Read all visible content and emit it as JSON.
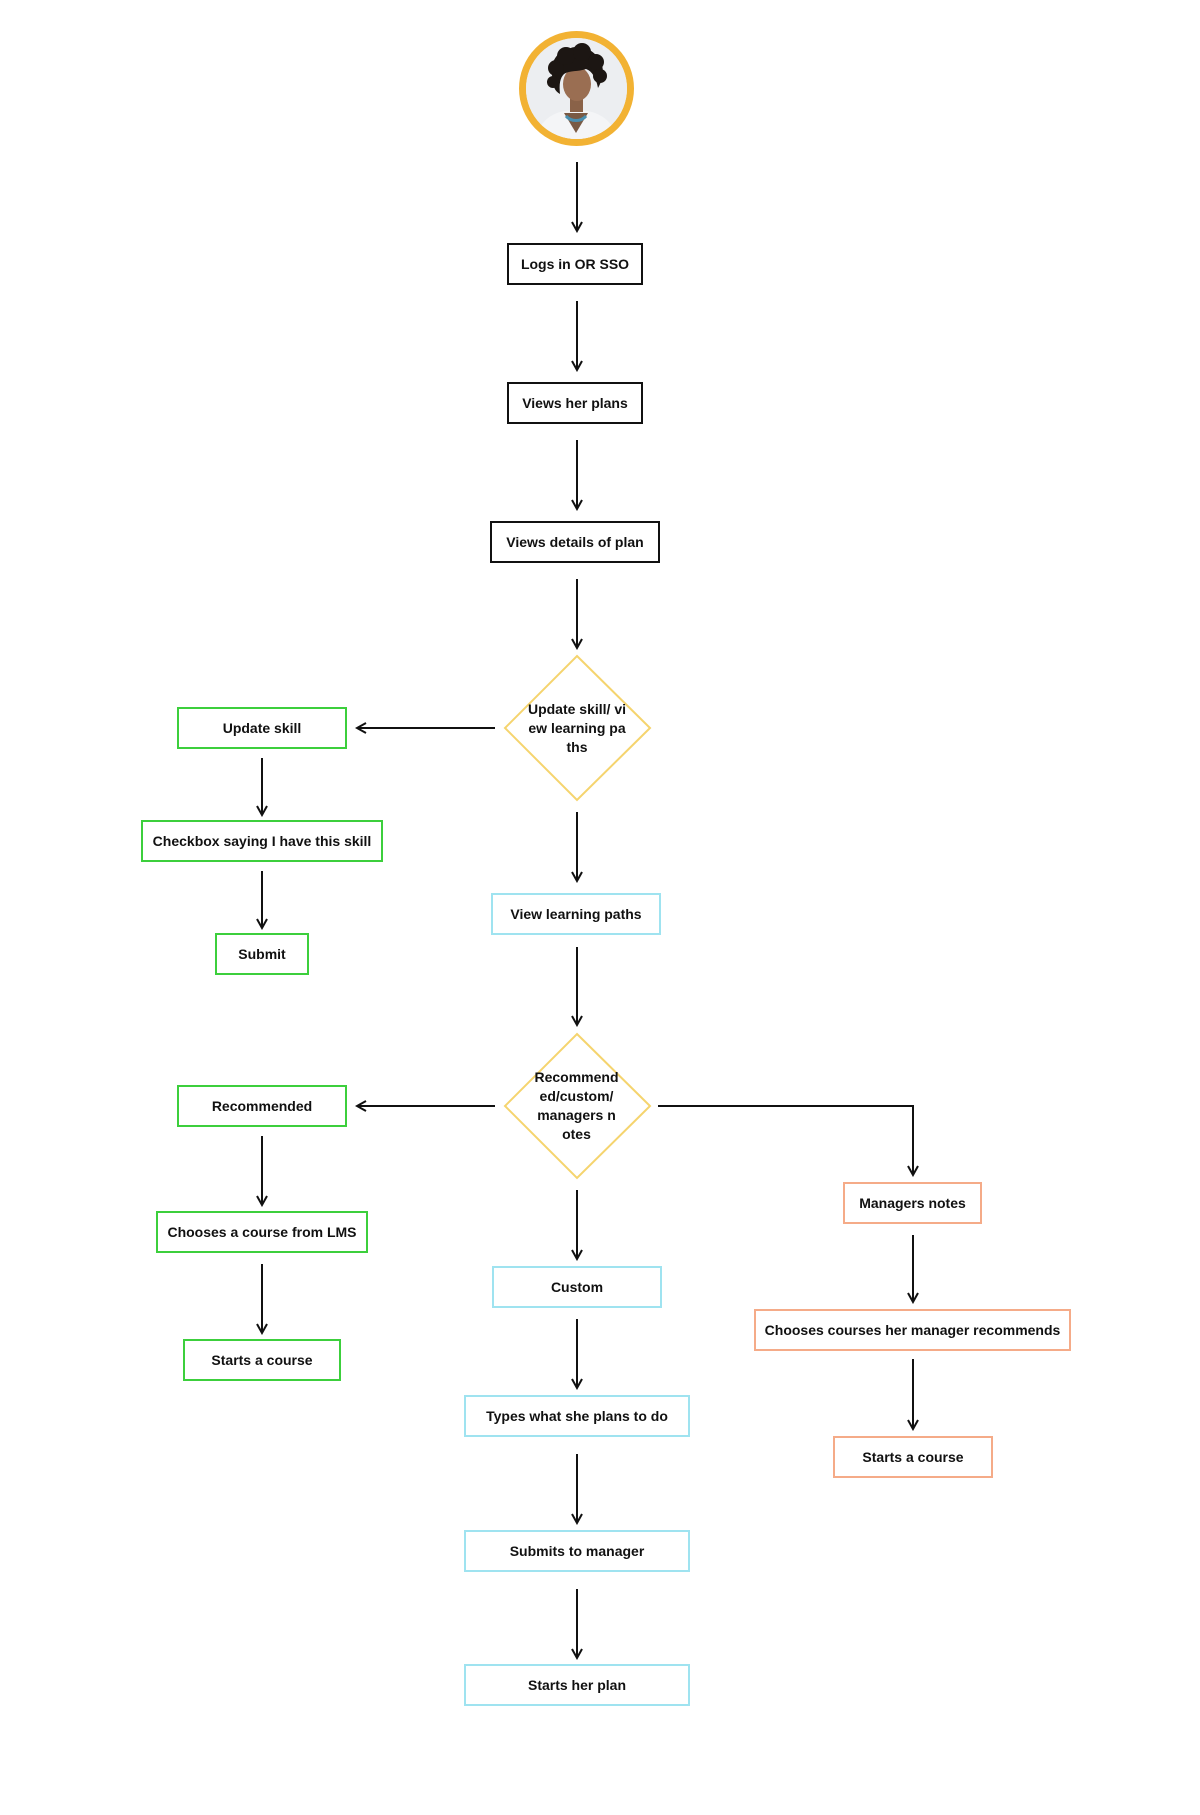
{
  "colors": {
    "black": "#111111",
    "green": "#3ccf3c",
    "cyan": "#9fe3f0",
    "orange": "#f5ab88",
    "yellow": "#f5d46e",
    "avatar_ring": "#f2b233"
  },
  "avatar": {
    "icon": "user-avatar-photo"
  },
  "nodes": {
    "login": "Logs in OR SSO",
    "views_plans": "Views her plans",
    "views_details": "Views details of plan",
    "decision_update": "Update skill/ view learning paths",
    "update_skill": "Update skill",
    "checkbox_skill": "Checkbox saying I have this skill",
    "submit": "Submit",
    "view_learning_paths": "View learning paths",
    "decision_paths": "Recommend ed/custom/ managers notes",
    "recommended": "Recommended",
    "chooses_lms": "Chooses a course from LMS",
    "starts_course_left": "Starts a course",
    "custom": "Custom",
    "types_plan": "Types what she plans to do",
    "submits_manager": "Submits to manager",
    "starts_plan": "Starts her plan",
    "managers_notes": "Managers notes",
    "chooses_manager": "Chooses courses her manager recommends",
    "starts_course_right": "Starts a course"
  }
}
